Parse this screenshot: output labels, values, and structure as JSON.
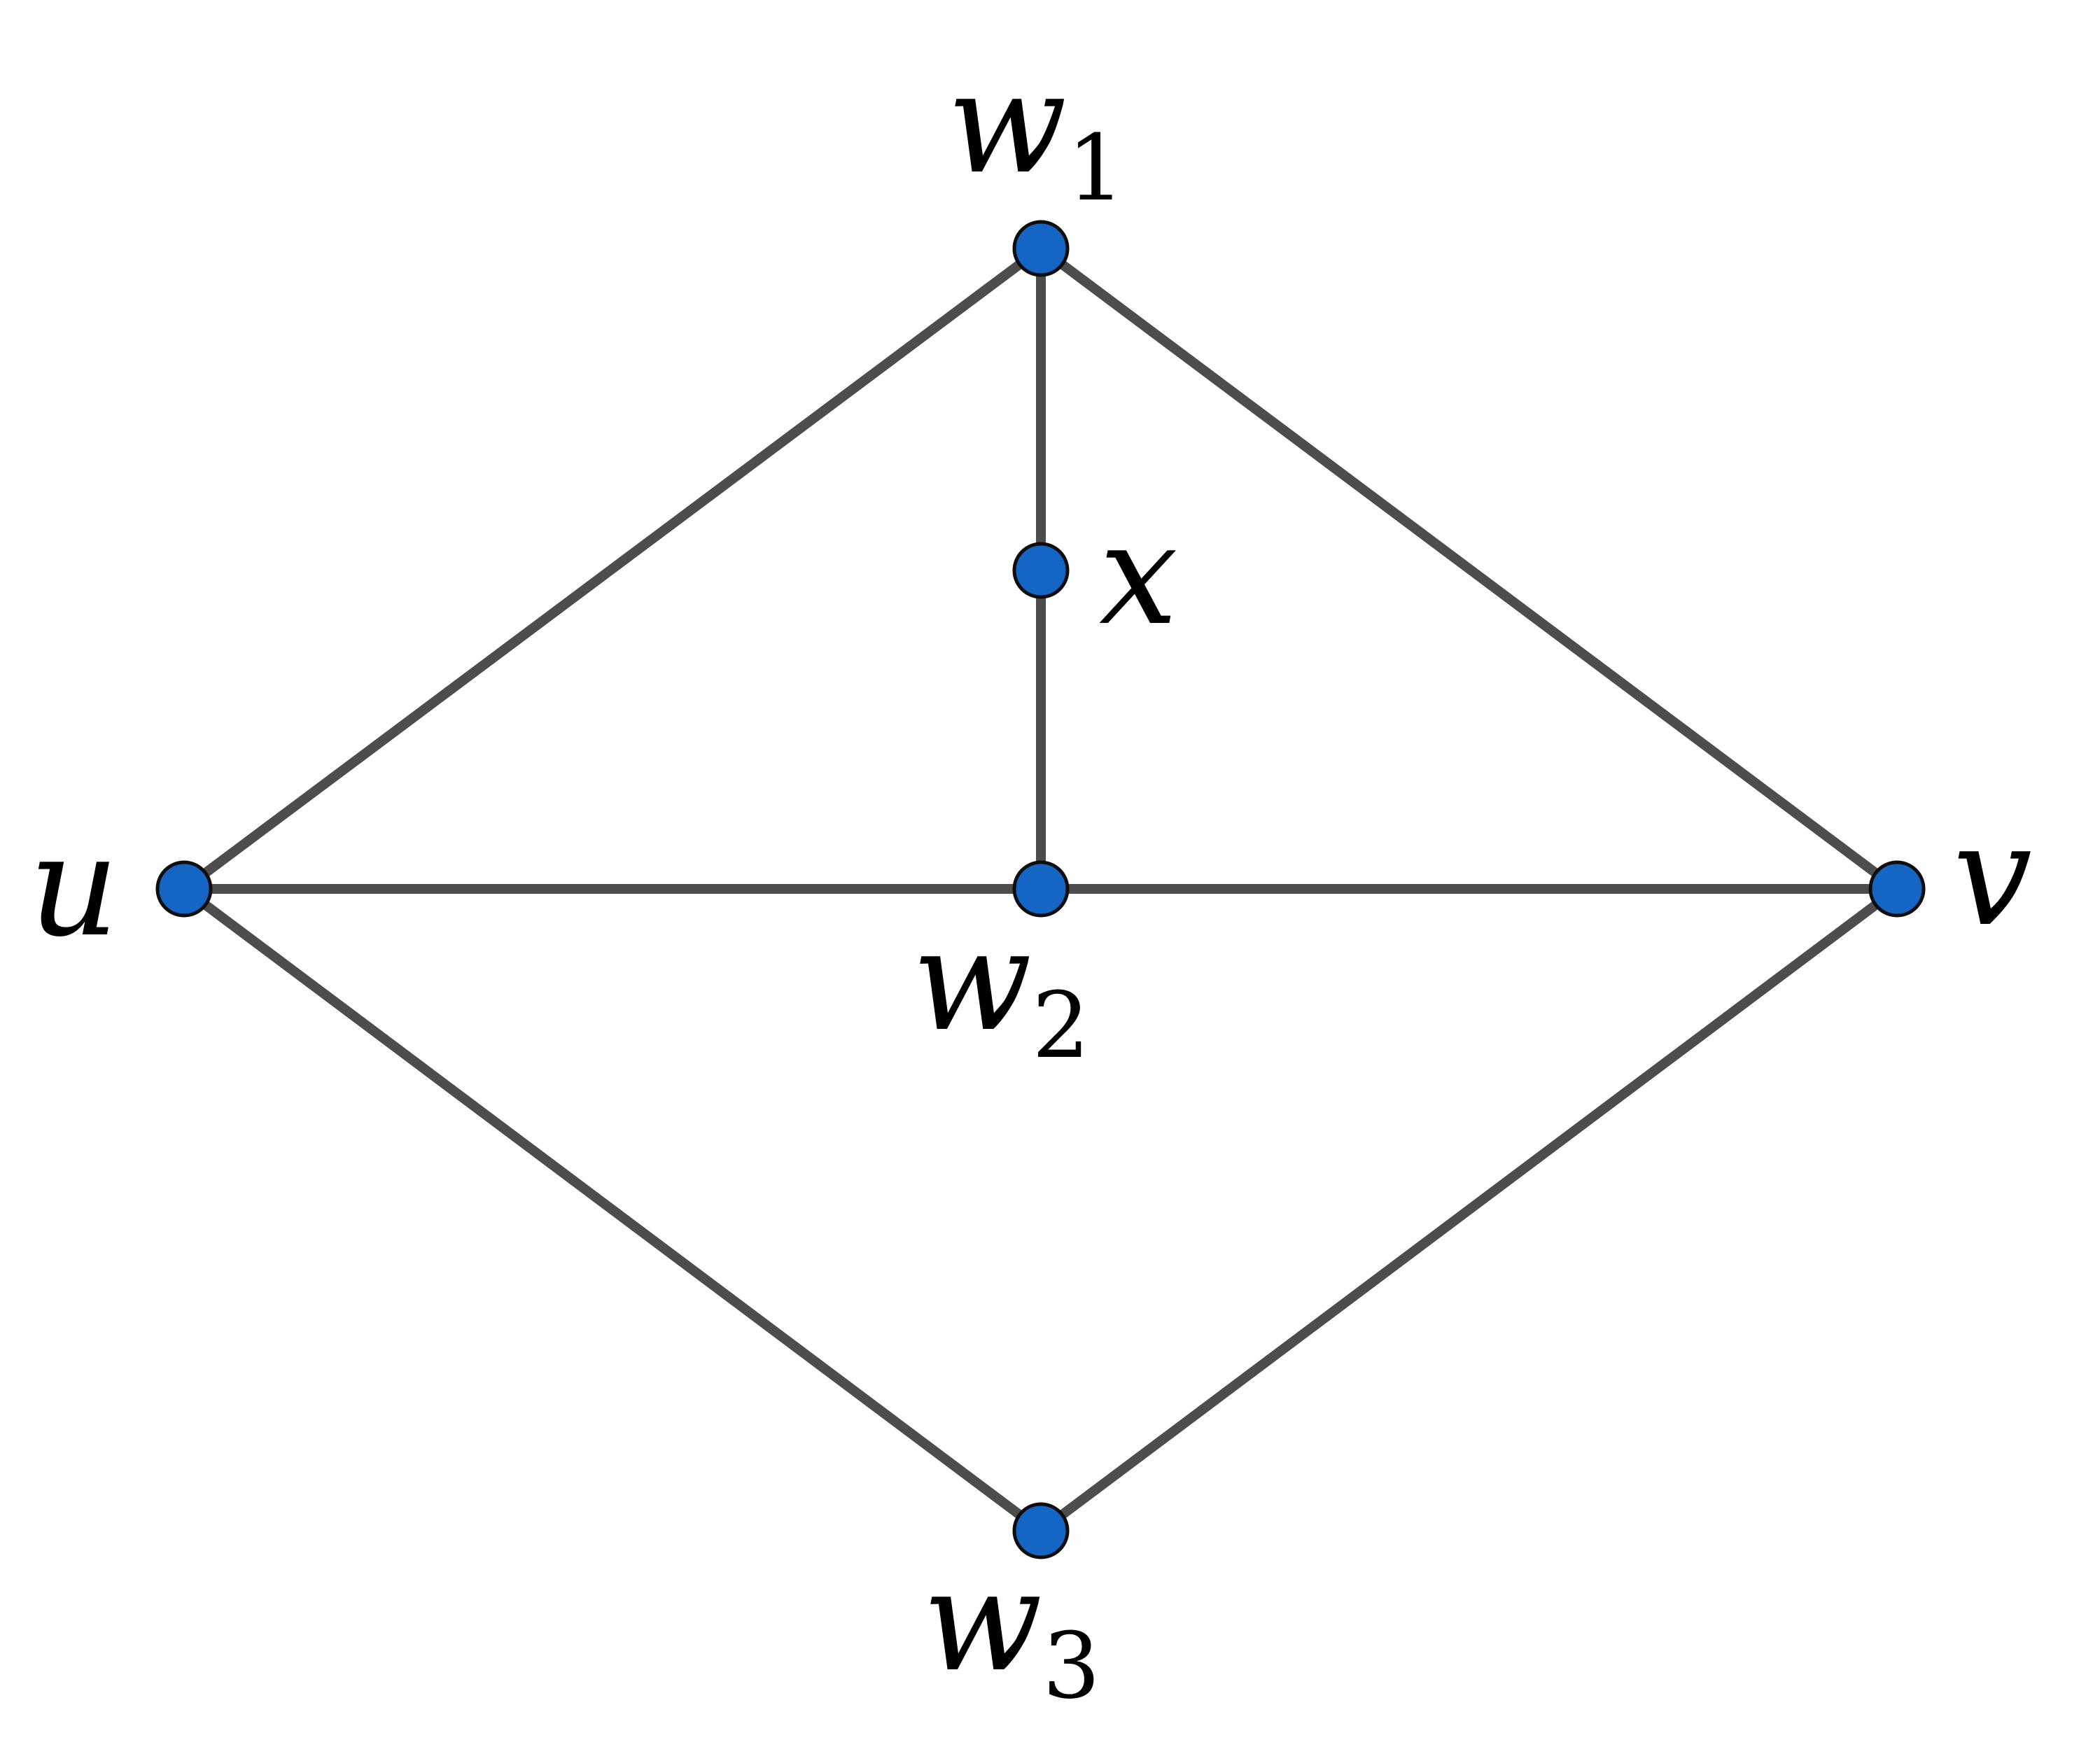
{
  "colors": {
    "edge": "#4d4d4d",
    "node_fill": "#1565c4",
    "node_stroke": "#0d0d0d"
  },
  "nodes": [
    {
      "id": "w1",
      "label": "w",
      "sub": "1"
    },
    {
      "id": "x",
      "label": "x",
      "sub": ""
    },
    {
      "id": "u",
      "label": "u",
      "sub": ""
    },
    {
      "id": "w2",
      "label": "w",
      "sub": "2"
    },
    {
      "id": "v",
      "label": "v",
      "sub": ""
    },
    {
      "id": "w3",
      "label": "w",
      "sub": "3"
    }
  ],
  "edges": [
    [
      "u",
      "w1"
    ],
    [
      "w1",
      "v"
    ],
    [
      "w1",
      "x"
    ],
    [
      "x",
      "w2"
    ],
    [
      "u",
      "w2"
    ],
    [
      "w2",
      "v"
    ],
    [
      "u",
      "w3"
    ],
    [
      "w3",
      "v"
    ]
  ]
}
